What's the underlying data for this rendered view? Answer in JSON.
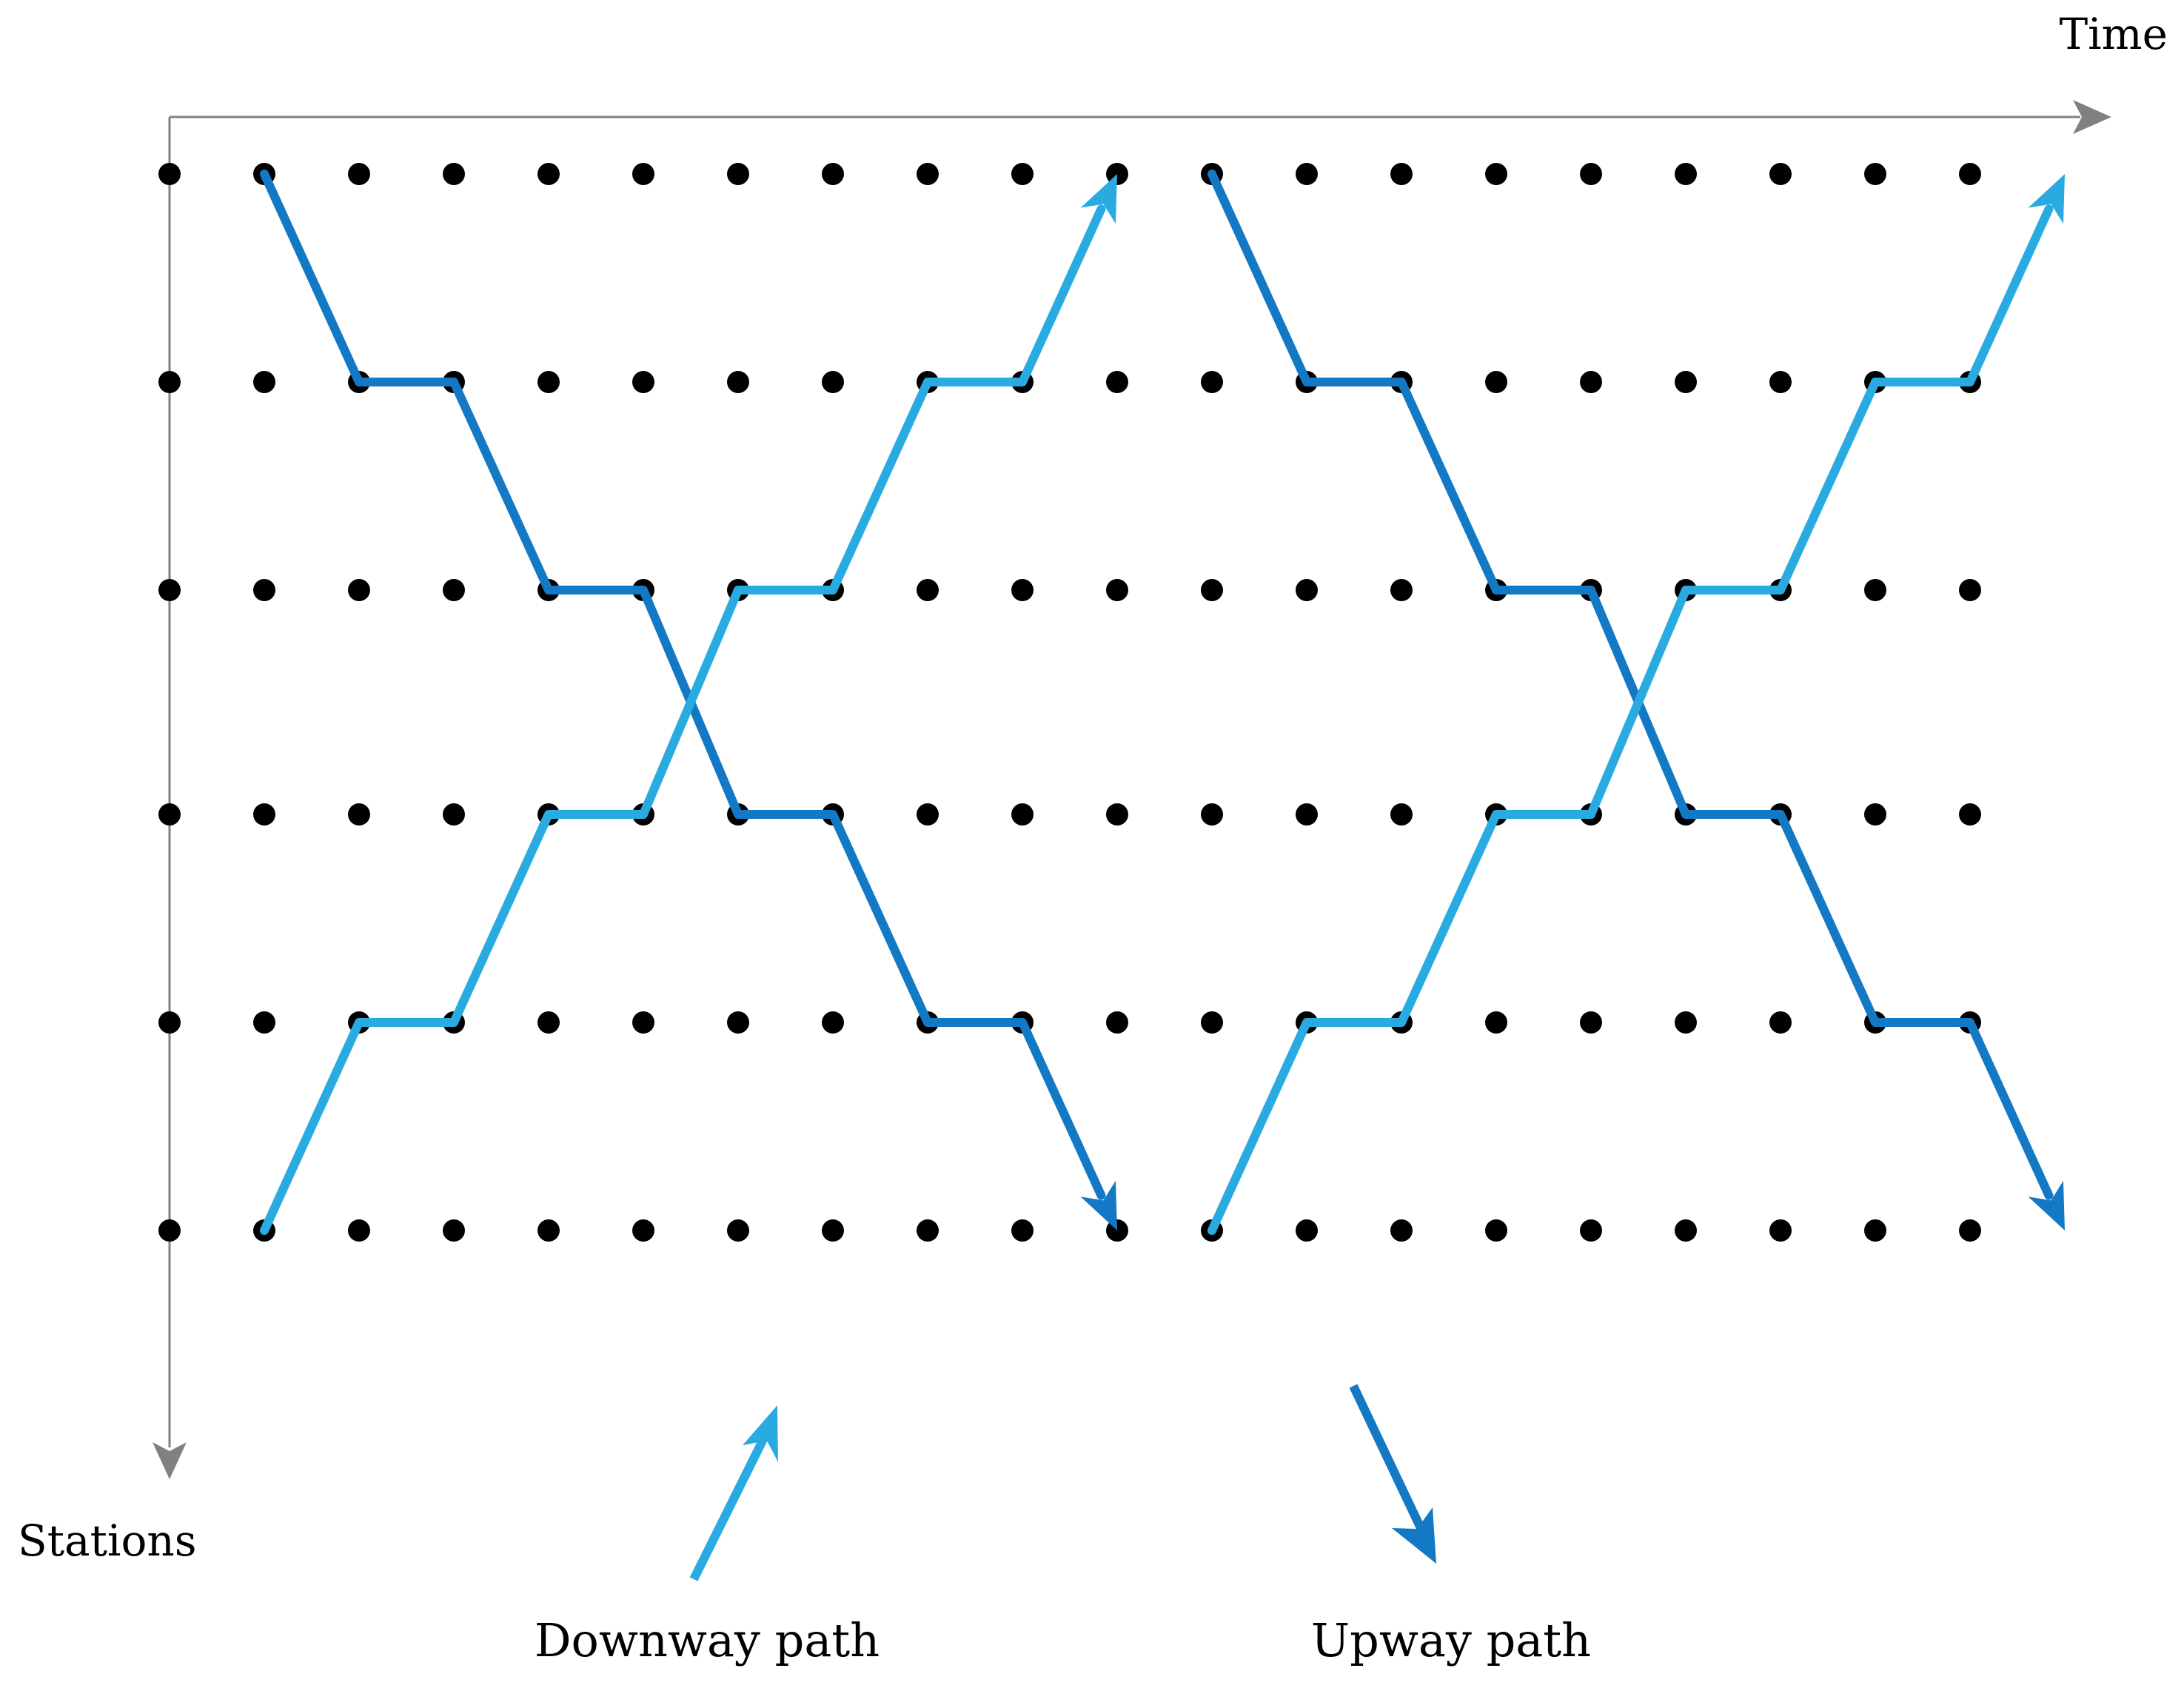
{
  "axes": {
    "time_label": "Time",
    "stations_label": "Stations",
    "axis_color": "#808080"
  },
  "grid": {
    "time_steps": 20,
    "stations": 6,
    "dot_color": "#000000"
  },
  "colors": {
    "downway": "#29abe2",
    "upway": "#1479c4"
  },
  "legend": {
    "downway_label": "Downway path",
    "upway_label": "Upway path"
  },
  "paths": [
    {
      "name": "upway",
      "color_key": "upway",
      "points": [
        [
          1,
          0
        ],
        [
          2,
          1
        ],
        [
          3,
          1
        ],
        [
          4,
          2
        ],
        [
          5,
          2
        ],
        [
          6,
          3
        ],
        [
          7,
          3
        ],
        [
          8,
          4
        ],
        [
          9,
          4
        ],
        [
          10,
          5
        ]
      ],
      "arrow_end": true
    },
    {
      "name": "downway",
      "color_key": "downway",
      "points": [
        [
          1,
          5
        ],
        [
          2,
          4
        ],
        [
          3,
          4
        ],
        [
          4,
          3
        ],
        [
          5,
          3
        ],
        [
          6,
          2
        ],
        [
          7,
          2
        ],
        [
          8,
          1
        ],
        [
          9,
          1
        ],
        [
          10,
          0
        ]
      ],
      "arrow_end": true
    },
    {
      "name": "upway",
      "color_key": "upway",
      "points": [
        [
          11,
          0
        ],
        [
          12,
          1
        ],
        [
          13,
          1
        ],
        [
          14,
          2
        ],
        [
          15,
          2
        ],
        [
          16,
          3
        ],
        [
          17,
          3
        ],
        [
          18,
          4
        ],
        [
          19,
          4
        ],
        [
          20,
          5
        ]
      ],
      "arrow_end": true
    },
    {
      "name": "downway",
      "color_key": "downway",
      "points": [
        [
          11,
          5
        ],
        [
          12,
          4
        ],
        [
          13,
          4
        ],
        [
          14,
          3
        ],
        [
          15,
          3
        ],
        [
          16,
          2
        ],
        [
          17,
          2
        ],
        [
          18,
          1
        ],
        [
          19,
          1
        ],
        [
          20,
          0
        ]
      ],
      "arrow_end": true
    }
  ]
}
